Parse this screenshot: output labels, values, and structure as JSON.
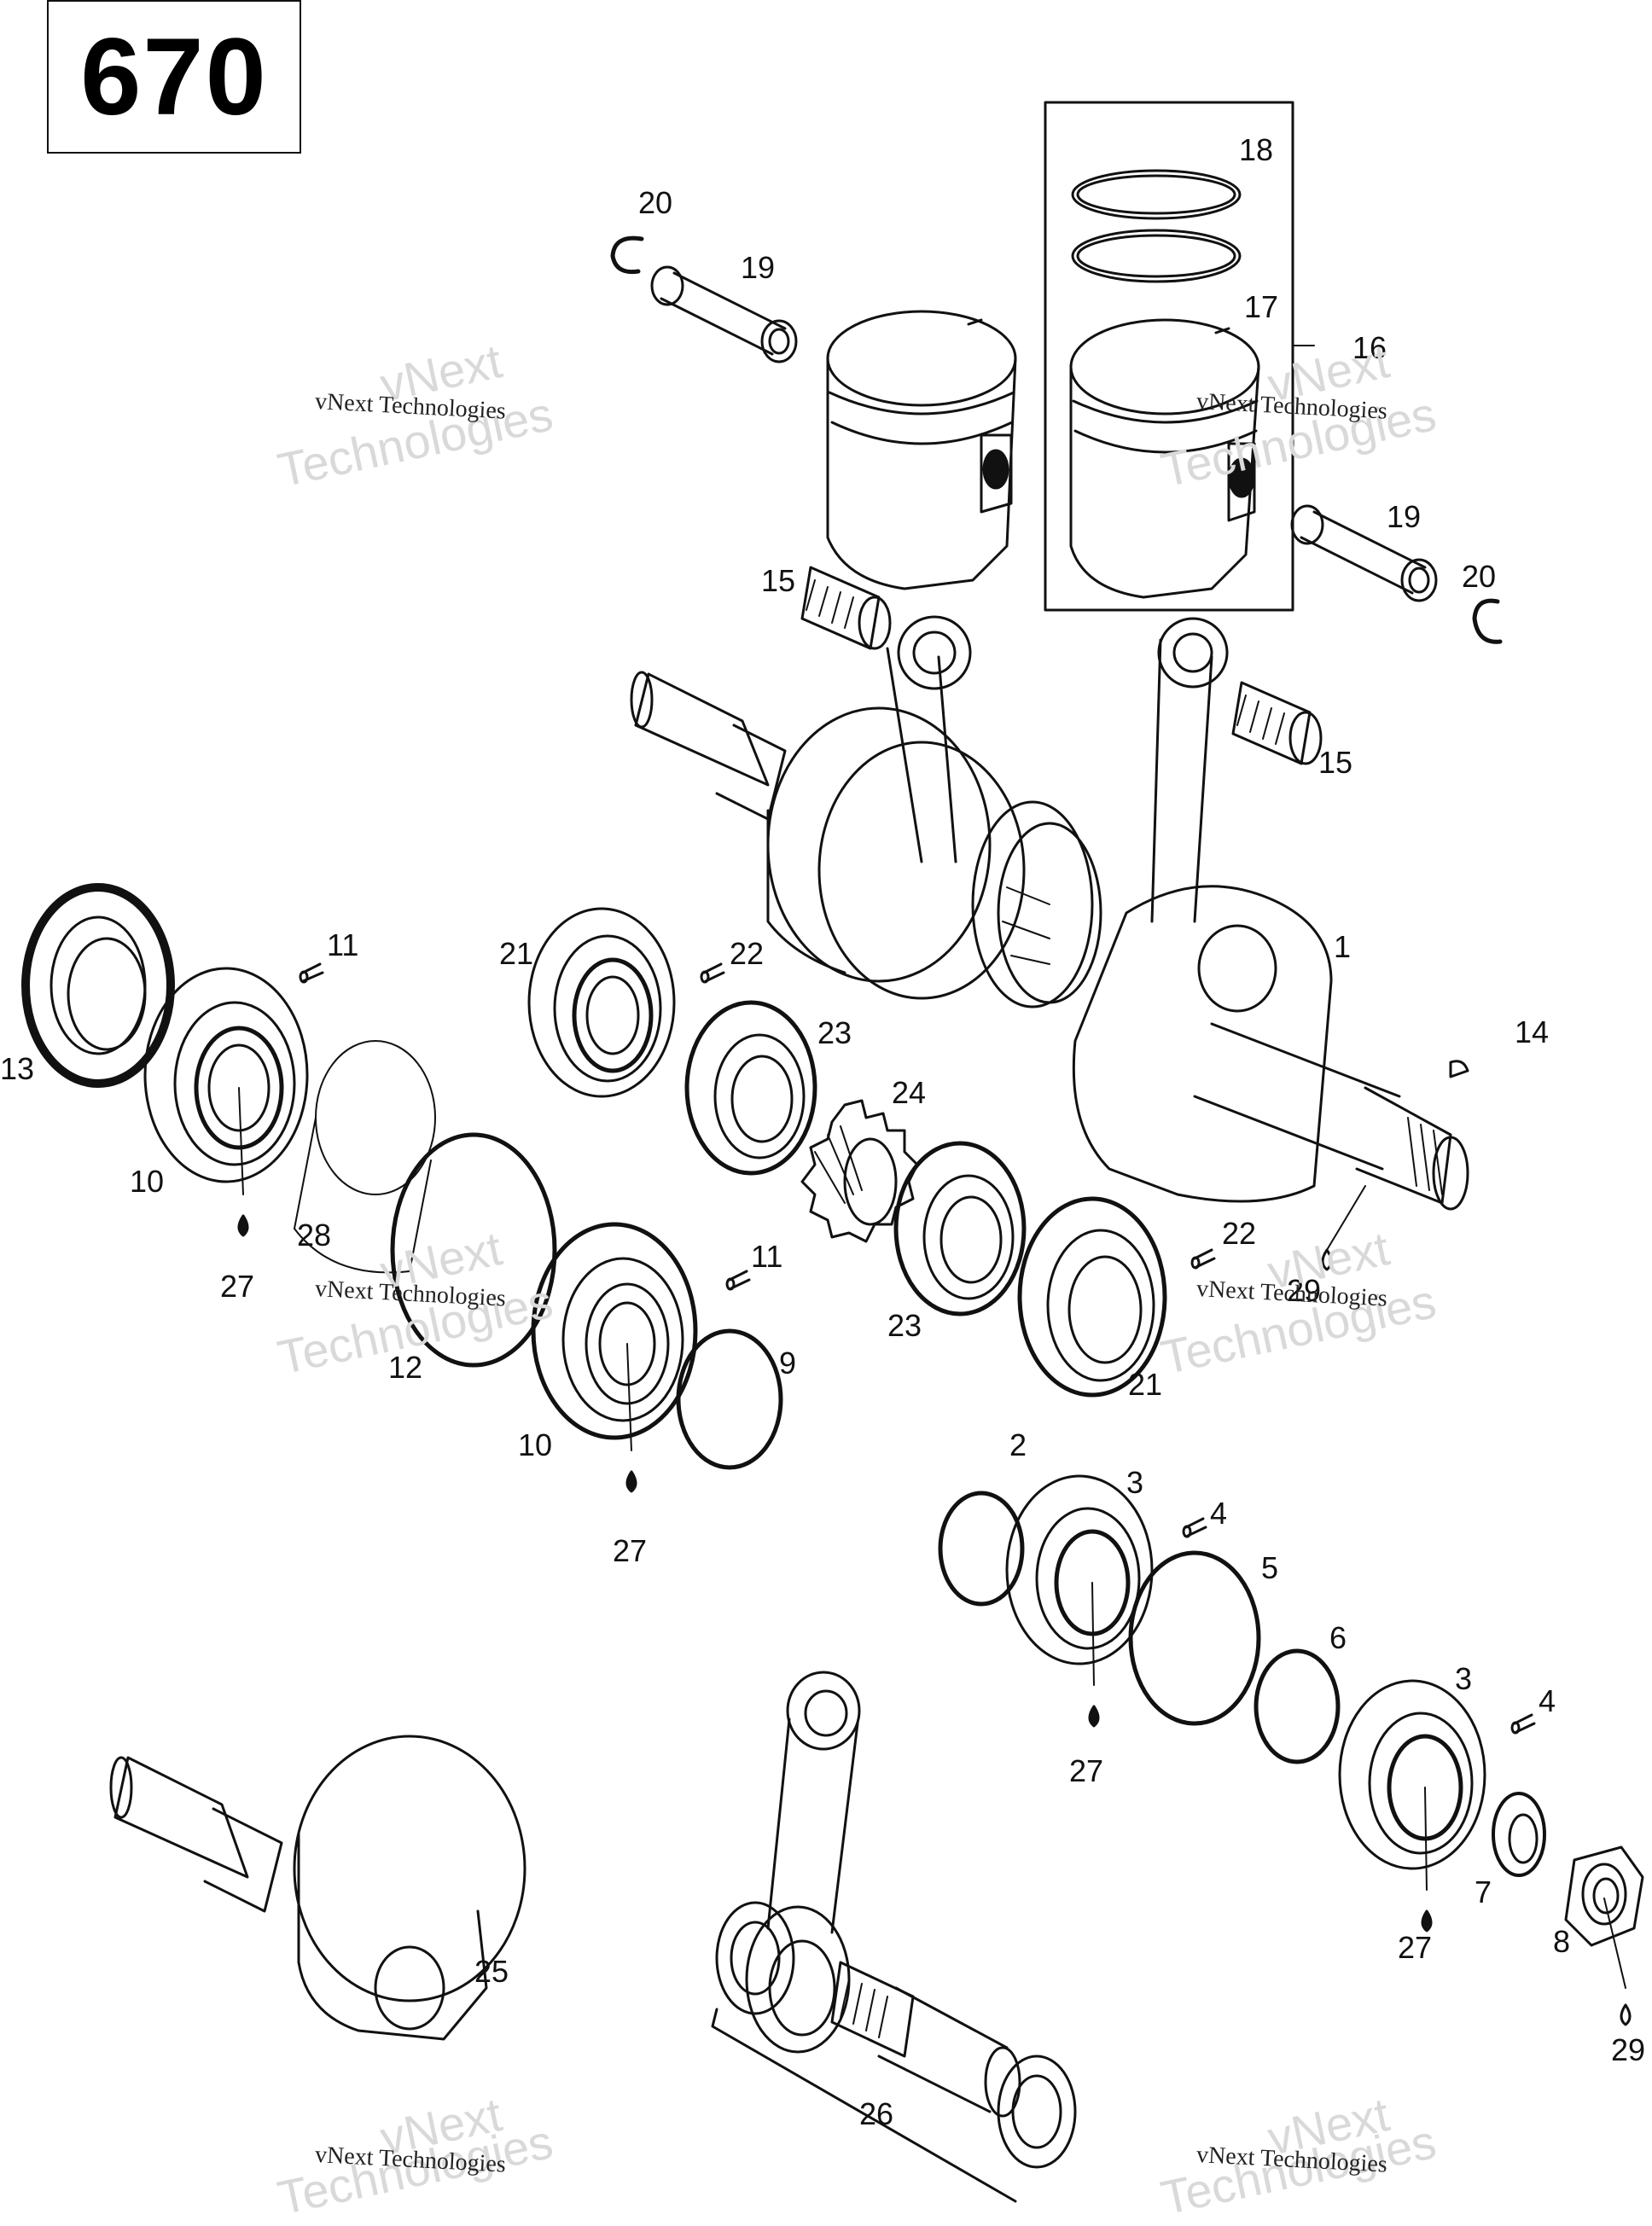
{
  "model": "670",
  "callouts": {
    "c1": "1",
    "c2": "2",
    "c3a": "3",
    "c3b": "3",
    "c4a": "4",
    "c4b": "4",
    "c5": "5",
    "c6": "6",
    "c7": "7",
    "c8": "8",
    "c9": "9",
    "c10a": "10",
    "c10b": "10",
    "c11a": "11",
    "c11b": "11",
    "c12": "12",
    "c13": "13",
    "c14": "14",
    "c15a": "15",
    "c15b": "15",
    "c16": "16",
    "c17": "17",
    "c18": "18",
    "c19a": "19",
    "c19b": "19",
    "c20a": "20",
    "c20b": "20",
    "c21a": "21",
    "c21b": "21",
    "c22a": "22",
    "c22b": "22",
    "c23a": "23",
    "c23b": "23",
    "c24": "24",
    "c25": "25",
    "c26": "26",
    "c27a": "27",
    "c27b": "27",
    "c27c": "27",
    "c27d": "27",
    "c28": "28",
    "c29a": "29",
    "c29b": "29"
  },
  "watermark": {
    "line1": "vNext",
    "line2": "Technologies",
    "small": "vNext Technologies"
  }
}
